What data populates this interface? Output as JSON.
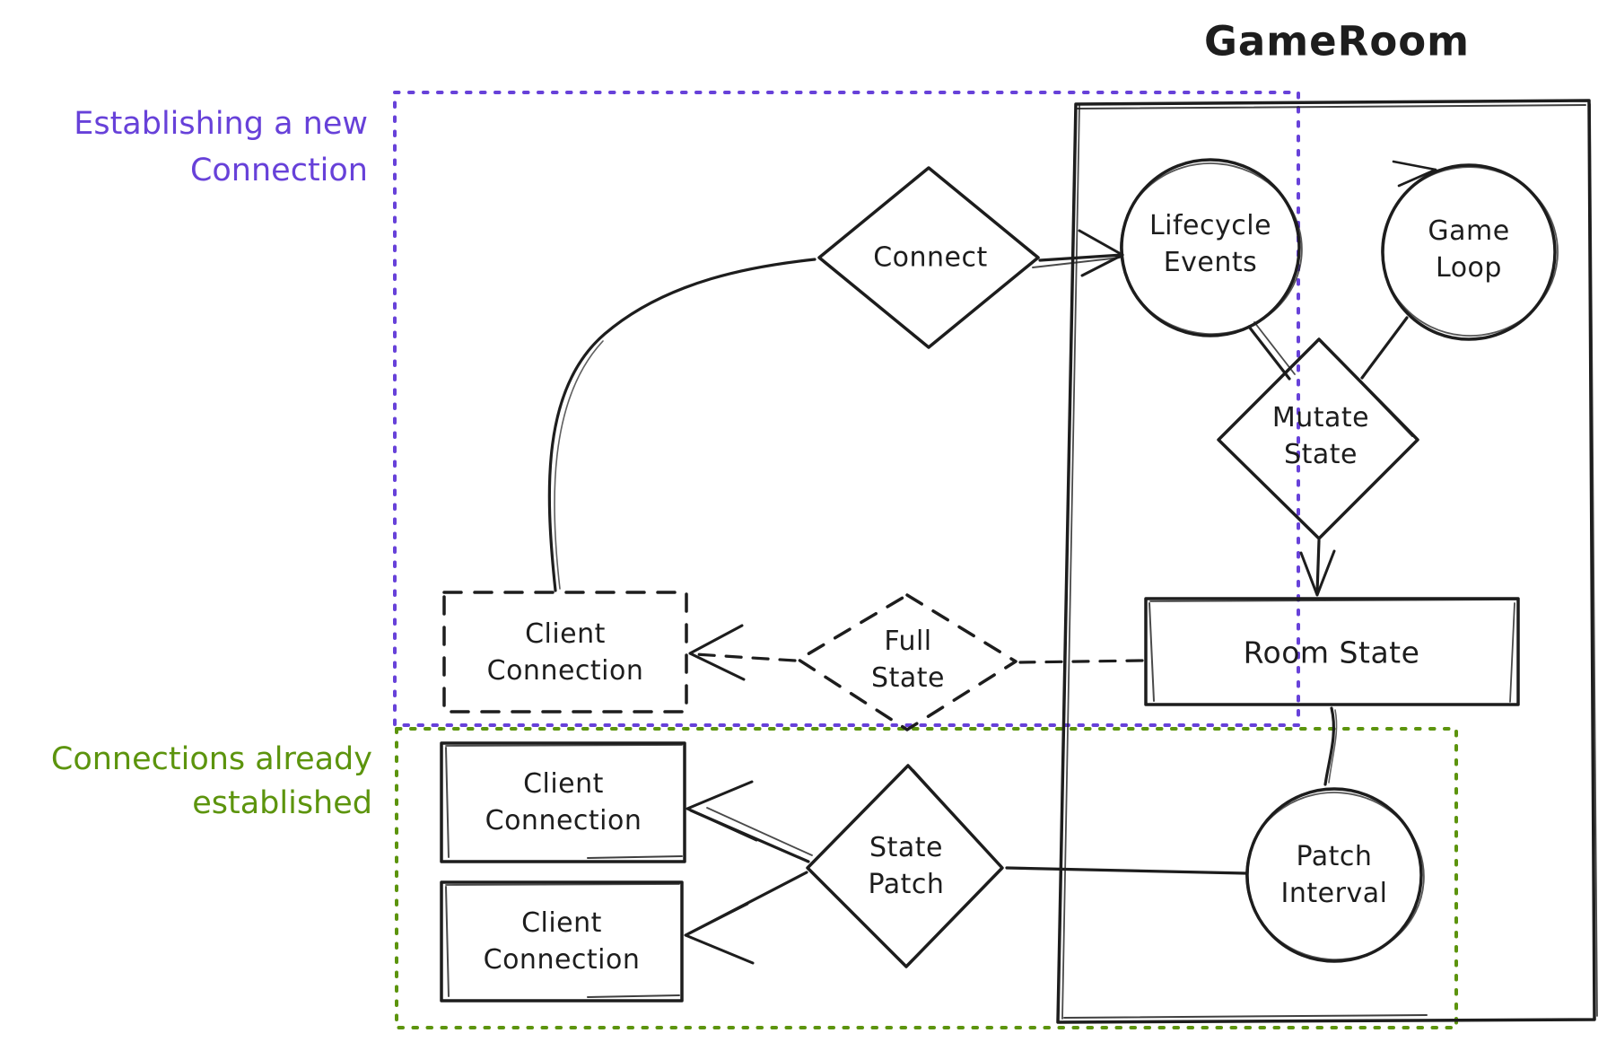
{
  "title": "GameRoom",
  "colors": {
    "purple": "#6741d9",
    "green": "#5c940d",
    "ink": "#1d1d1d"
  },
  "regions": {
    "new_connection": {
      "line1": "Establishing a new",
      "line2": "Connection"
    },
    "established": {
      "line1": "Connections already",
      "line2": "established"
    }
  },
  "nodes": {
    "connect": {
      "shape": "diamond",
      "label": "Connect"
    },
    "lifecycle_events": {
      "shape": "circle",
      "line1": "Lifecycle",
      "line2": "Events"
    },
    "game_loop": {
      "shape": "circle",
      "line1": "Game",
      "line2": "Loop"
    },
    "mutate_state": {
      "shape": "diamond",
      "line1": "Mutate",
      "line2": "State"
    },
    "room_state": {
      "shape": "rect",
      "label": "Room State"
    },
    "full_state": {
      "shape": "diamond-dashed",
      "line1": "Full",
      "line2": "State"
    },
    "client_connection_new": {
      "shape": "rect-dashed",
      "line1": "Client",
      "line2": "Connection"
    },
    "client_connection_a": {
      "shape": "rect",
      "line1": "Client",
      "line2": "Connection"
    },
    "client_connection_b": {
      "shape": "rect",
      "line1": "Client",
      "line2": "Connection"
    },
    "state_patch": {
      "shape": "diamond",
      "line1": "State",
      "line2": "Patch"
    },
    "patch_interval": {
      "shape": "circle",
      "line1": "Patch",
      "line2": "Interval"
    }
  },
  "edges": [
    {
      "from": "client_connection_new",
      "to": "connect",
      "style": "solid-curve",
      "arrowhead": "none"
    },
    {
      "from": "connect",
      "to": "lifecycle_events",
      "style": "solid",
      "arrowhead": "open"
    },
    {
      "from": "lifecycle_events",
      "to": "mutate_state",
      "style": "solid",
      "arrowhead": "none"
    },
    {
      "from": "game_loop",
      "to": "mutate_state",
      "style": "solid",
      "arrowhead": "none"
    },
    {
      "from": "game_loop",
      "to": "game_loop",
      "style": "solid",
      "arrowhead": "open"
    },
    {
      "from": "mutate_state",
      "to": "room_state",
      "style": "solid",
      "arrowhead": "open"
    },
    {
      "from": "room_state",
      "to": "full_state",
      "style": "dashed",
      "arrowhead": "none"
    },
    {
      "from": "full_state",
      "to": "client_connection_new",
      "style": "dashed",
      "arrowhead": "open"
    },
    {
      "from": "room_state",
      "to": "patch_interval",
      "style": "solid",
      "arrowhead": "none"
    },
    {
      "from": "patch_interval",
      "to": "state_patch",
      "style": "solid",
      "arrowhead": "none"
    },
    {
      "from": "state_patch",
      "to": "client_connection_a",
      "style": "solid",
      "arrowhead": "open"
    },
    {
      "from": "state_patch",
      "to": "client_connection_b",
      "style": "solid",
      "arrowhead": "open"
    }
  ]
}
